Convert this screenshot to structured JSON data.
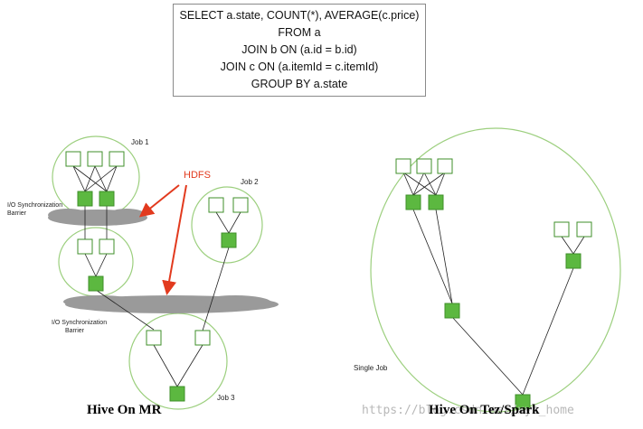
{
  "sql": {
    "lines": [
      "SELECT a.state, COUNT(*), AVERAGE(c.price)",
      "FROM a",
      "JOIN b ON (a.id = b.id)",
      "JOIN c ON (a.itemId = c.itemId)",
      "GROUP BY a.state"
    ]
  },
  "mr": {
    "job1_label": "Job 1",
    "job2_label": "Job 2",
    "job3_label": "Job 3",
    "hdfs_label": "HDFS",
    "barrier1_line1": "I/O Synchronization",
    "barrier1_line2": "Barrier",
    "barrier2_line1": "I/O Synchronization",
    "barrier2_line2": "Barrier",
    "caption": "Hive  On MR"
  },
  "tez": {
    "job_label": "Single Job",
    "caption": "Hive  On Tez/Spark"
  },
  "watermark": "https://blog.csdn.net/xyz_home",
  "colors": {
    "node_fill": "#5cb840",
    "node_stroke": "#3f8f2a",
    "ellipse_stroke": "#9ccf7e",
    "barrier_fill": "#9a9a9a",
    "arrow": "#e23a1e"
  }
}
